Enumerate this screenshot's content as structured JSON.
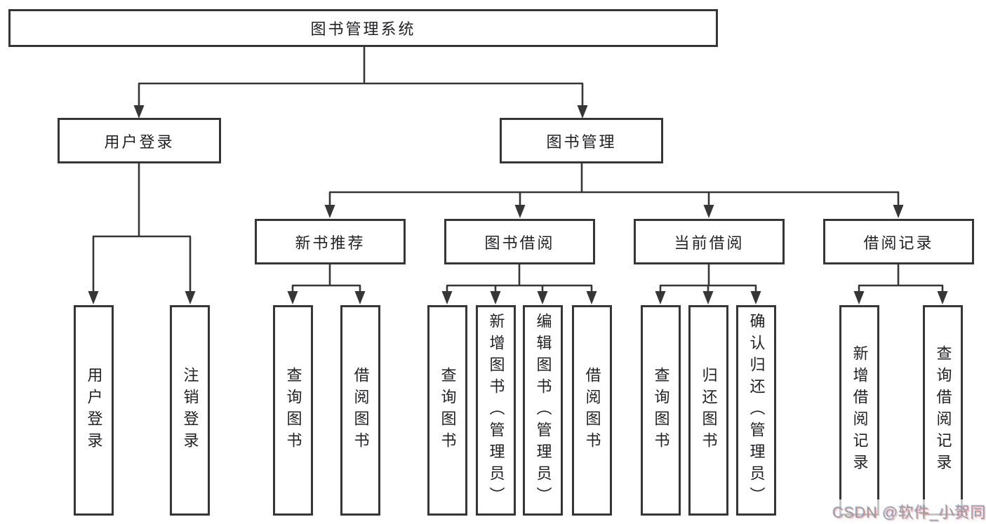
{
  "diagram": {
    "root": {
      "label": "图书管理系统"
    },
    "level2": [
      {
        "label": "用户登录"
      },
      {
        "label": "图书管理"
      }
    ],
    "level3": [
      {
        "label": "新书推荐"
      },
      {
        "label": "图书借阅"
      },
      {
        "label": "当前借阅"
      },
      {
        "label": "借阅记录"
      }
    ],
    "leaves": {
      "user_login": [
        {
          "label": "用户登录"
        },
        {
          "label": "注销登录"
        }
      ],
      "new_book_recommend": [
        {
          "label": "查询图书"
        },
        {
          "label": "借阅图书"
        }
      ],
      "book_borrow": [
        {
          "label": "查询图书"
        },
        {
          "label": "新增图书（管理员）"
        },
        {
          "label": "编辑图书（管理员）"
        },
        {
          "label": "借阅图书"
        }
      ],
      "current_borrow": [
        {
          "label": "查询图书"
        },
        {
          "label": "归还图书"
        },
        {
          "label": "确认归还（管理员）"
        }
      ],
      "borrow_record": [
        {
          "label": "新增借阅记录"
        },
        {
          "label": "查询借阅记录"
        }
      ]
    }
  },
  "watermark": {
    "text": "CSDN @软件_小贺同学"
  },
  "colors": {
    "line": "#363636",
    "box_border": "#363636",
    "box_fill": "#ffffff",
    "text": "#222226",
    "watermark": "#9c9ca1",
    "background": "#ffffff"
  }
}
